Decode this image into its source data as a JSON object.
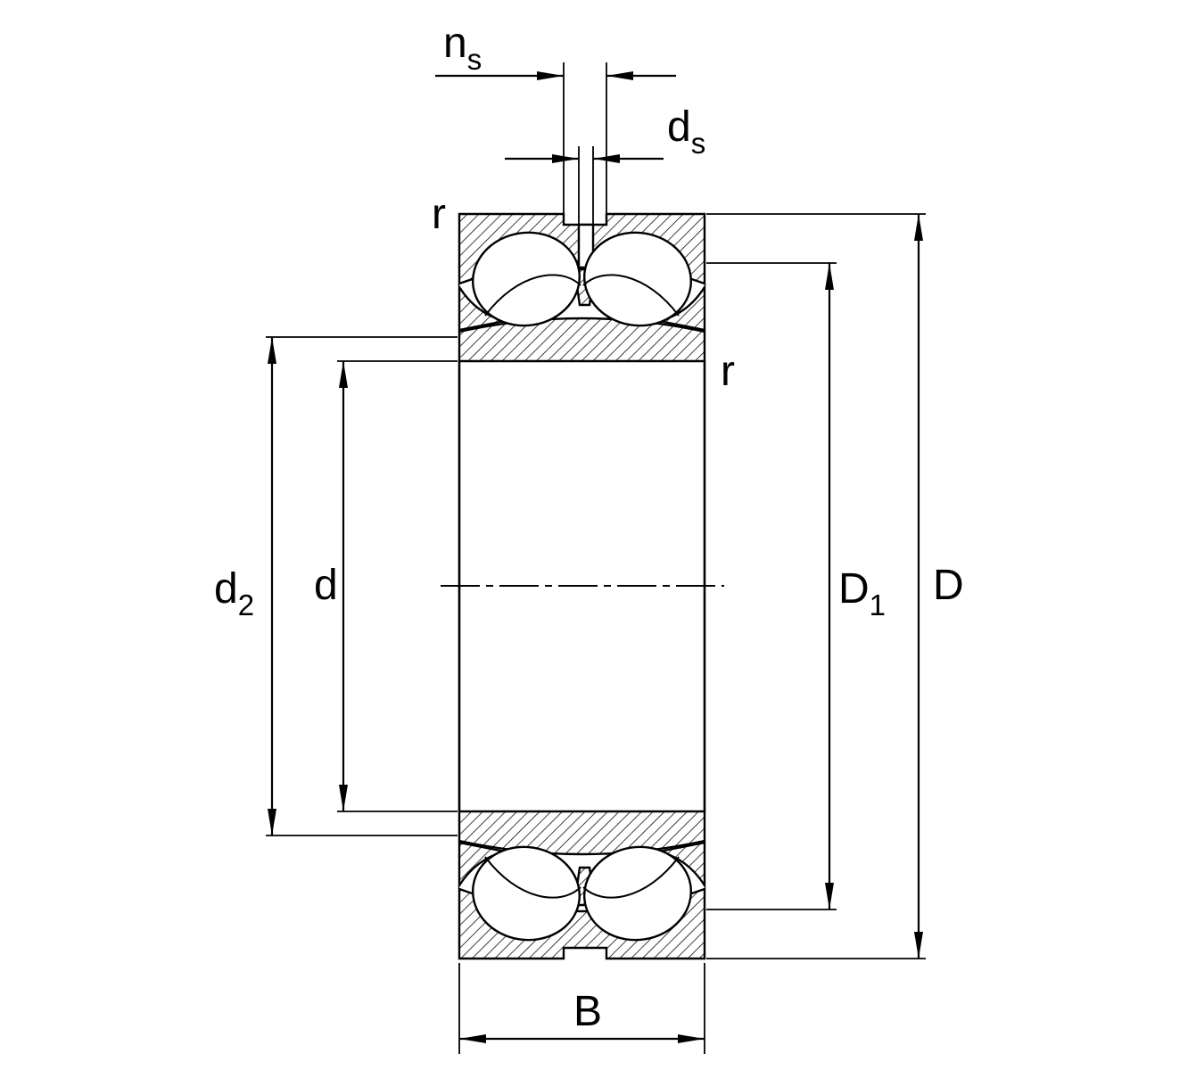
{
  "drawing": {
    "labels": {
      "ns": {
        "main": "n",
        "sub": "s"
      },
      "ds": {
        "main": "d",
        "sub": "s"
      },
      "r_top": "r",
      "r_right": "r",
      "d2": {
        "main": "d",
        "sub": "2"
      },
      "d": "d",
      "D1": {
        "main": "D",
        "sub": "1"
      },
      "D": "D",
      "B": "B"
    },
    "colors": {
      "line": "#000000",
      "background": "#ffffff"
    }
  }
}
